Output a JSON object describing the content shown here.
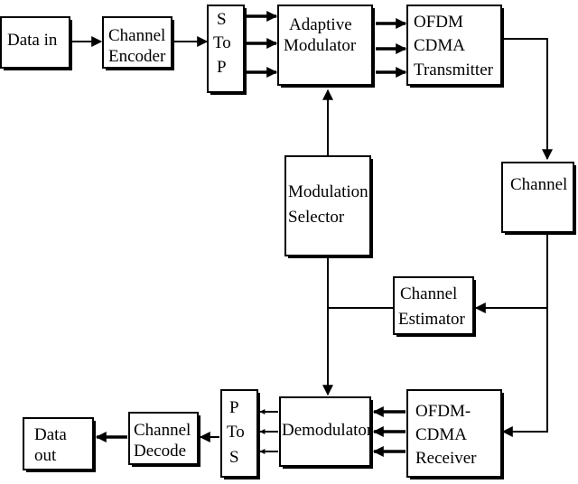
{
  "blocks": {
    "data_in": {
      "lines": [
        "Data in"
      ]
    },
    "channel_encoder": {
      "lines": [
        "Channel",
        "Encoder"
      ]
    },
    "s_to_p": {
      "lines": [
        "S",
        "To",
        "P"
      ]
    },
    "adaptive_modulator": {
      "lines": [
        "Adaptive",
        "Modulator"
      ]
    },
    "ofdm_transmitter": {
      "lines": [
        "OFDM",
        "CDMA",
        "Transmitter"
      ]
    },
    "channel": {
      "lines": [
        "Channel"
      ]
    },
    "modulation_selector": {
      "lines": [
        "Modulation",
        "Selector"
      ]
    },
    "channel_estimator": {
      "lines": [
        "Channel",
        "Estimator"
      ]
    },
    "ofdm_receiver": {
      "lines": [
        "OFDM-",
        "CDMA",
        "Receiver"
      ]
    },
    "demodulator": {
      "lines": [
        "Demodulator"
      ]
    },
    "p_to_s": {
      "lines": [
        "P",
        "To",
        "S"
      ]
    },
    "channel_decode": {
      "lines": [
        "Channel",
        "Decode"
      ]
    },
    "data_out": {
      "lines": [
        "Data",
        "out"
      ]
    }
  }
}
